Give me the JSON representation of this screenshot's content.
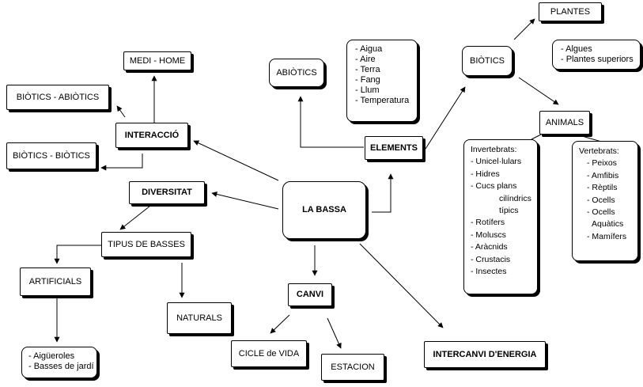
{
  "diagram": {
    "center": "LA BASSA",
    "interaccio": "INTERACCIÓ",
    "medi_home": "MEDI - HOME",
    "biotics_abiotics": "BIÒTICS - ABIÒTICS",
    "biotics_biotics": "BIÒTICS - BIÒTICS",
    "diversitat": "DIVERSITAT",
    "tipus_basses": "TIPUS DE BASSES",
    "artificials": "ARTIFICIALS",
    "artificials_list": [
      "- Aigüeroles",
      "- Basses de jardí"
    ],
    "naturals": "NATURALS",
    "canvi": "CANVI",
    "cicle_vida": "CICLE  de VIDA",
    "estacion": "ESTACION",
    "intercanvi": "INTERCANVI D'ENERGIA",
    "elements": "ELEMENTS",
    "abiotics": "ABIÒTICS",
    "abiotics_list": [
      "- Aigua",
      "- Aire",
      "- Terra",
      "- Fang",
      "- Llum",
      "- Temperatura"
    ],
    "biotics": "BIÒTICS",
    "plantes": "PLANTES",
    "plantes_list": [
      "- Algues",
      "- Plantes superiors"
    ],
    "animals": "ANIMALS",
    "invertebrats_title": "Invertebrats:",
    "invertebrats_list": [
      "- Unicel·lulars",
      "- Hidres",
      "- Cucs  plans",
      "cilíndrics",
      "típics",
      "- Rotífers",
      "- Moluscs",
      "- Aràcnids",
      "- Crustacis",
      "- Insectes"
    ],
    "vertebrats_title": "Vertebrats:",
    "vertebrats_list": [
      "- Peixos",
      "- Amfibis",
      "- Rèptils",
      "- Ocells",
      "- Ocells",
      "Aquàtics",
      "- Mamífers"
    ]
  }
}
